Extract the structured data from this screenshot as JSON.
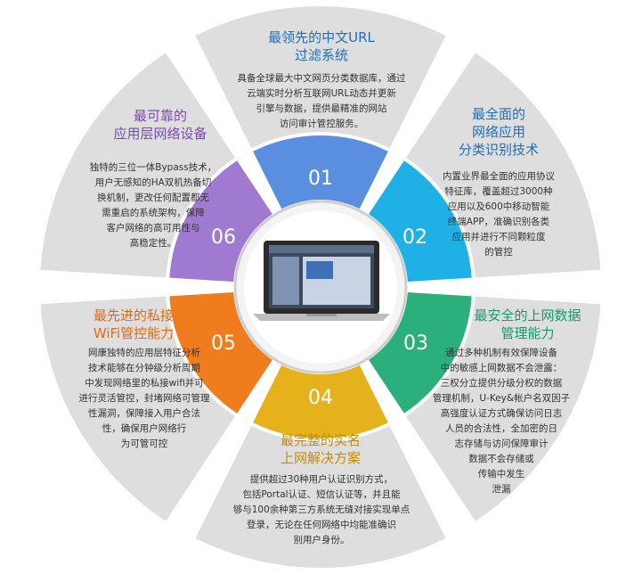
{
  "colors": {
    "segment_bg": "#dedede",
    "ring_1": "#5a8fe0",
    "ring_2": "#1fb1e6",
    "ring_3": "#2bb07d",
    "ring_4": "#e5b21c",
    "ring_5": "#f07d1d",
    "ring_6": "#a07ad0",
    "title_blue": "#1e6fbf",
    "title_purple": "#7a48b8",
    "title_orange": "#e26a10",
    "title_green": "#159a6e",
    "title_gold": "#c48d0a"
  },
  "segments": [
    {
      "number": "01",
      "title": "最领先的中文URL\n过滤系统",
      "description": "具备全球最大中文网页分类数据库，通过\n云端实时分析互联网URL动态并更新\n引擎与数据，提供最精准的网站\n访问审计管控服务。"
    },
    {
      "number": "02",
      "title": "最全面的\n网络应用\n分类识别技术",
      "description": "内置业界最全面的应用协议\n特征库，覆盖超过3000种\n应用以及600中移动智能\n终端APP，准确识别各类\n应用并进行不同颗粒度\n的管控"
    },
    {
      "number": "03",
      "title": "最安全的上网数据\n管理能力",
      "description": "通过多种机制有效保障设备\n中的敏感上网数据不会泄露：\n三权分立提供分级分权的数据\n管理机制，U-Key&帐户名双因子\n高强度认证方式确保访问日志\n人员的合法性，全加密的日\n志存储与访问保障审计\n数据不会存储或\n传输中发生\n泄漏"
    },
    {
      "number": "04",
      "title": "最完整的实名\n上网解决方案",
      "description": "提供超过30种用户认证识别方式，\n包括Portal认证、短信认证等，并且能\n够与100余种第三方系统无缝对接实现单点\n登录，无论在任何网络中均能准确识\n别用户身份。"
    },
    {
      "number": "05",
      "title": "最先进的私接\nWiFi管控能力",
      "description": "网康独特的应用层特征分析\n技术能够在分钟级分析周期\n中发现网络里的私接wifi并可\n进行灵活管控，封堵网络可管理\n性漏洞，保障接入用户合法\n性，确保用户网络行\n为可管可控"
    },
    {
      "number": "06",
      "title": "最可靠的\n应用层网络设备",
      "description": "独特的三位一体Bypass技术，\n用户无感知的HA双机热备切\n换机制，更改任何配置都无\n需重启的系统架构，保障\n客户网络的高可用性与\n高稳定性。"
    }
  ]
}
